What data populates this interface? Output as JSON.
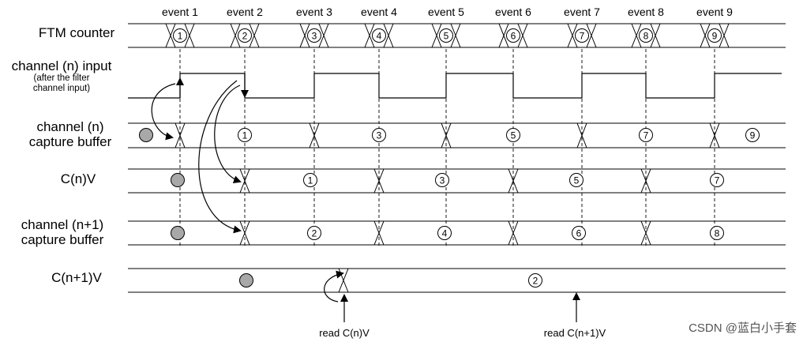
{
  "events": [
    "event 1",
    "event 2",
    "event 3",
    "event 4",
    "event 5",
    "event 6",
    "event 7",
    "event 8",
    "event 9"
  ],
  "rows": {
    "ftm_counter": {
      "label": "FTM counter",
      "values": [
        "1",
        "2",
        "3",
        "4",
        "5",
        "6",
        "7",
        "8",
        "9"
      ]
    },
    "channel_input": {
      "label": "channel (n) input",
      "sublabel_1": "(after the filter",
      "sublabel_2": "channel input)"
    },
    "capture_buffer_n": {
      "label_1": "channel (n)",
      "label_2": "capture buffer",
      "values": [
        "1",
        "3",
        "5",
        "7",
        "9"
      ]
    },
    "cnv": {
      "label": "C(n)V",
      "values": [
        "1",
        "3",
        "5",
        "7"
      ]
    },
    "capture_buffer_n1": {
      "label_1": "channel (n+1)",
      "label_2": "capture buffer",
      "values": [
        "2",
        "4",
        "6",
        "8"
      ]
    },
    "cn1v": {
      "label": "C(n+1)V",
      "values": [
        "2"
      ]
    }
  },
  "annotations": {
    "read_cnv": "read C(n)V",
    "read_cn1v": "read C(n+1)V"
  },
  "watermark": "CSDN @蓝白小手套",
  "colors": {
    "line": "#000000",
    "gray_marker": "#a8a8a8"
  }
}
